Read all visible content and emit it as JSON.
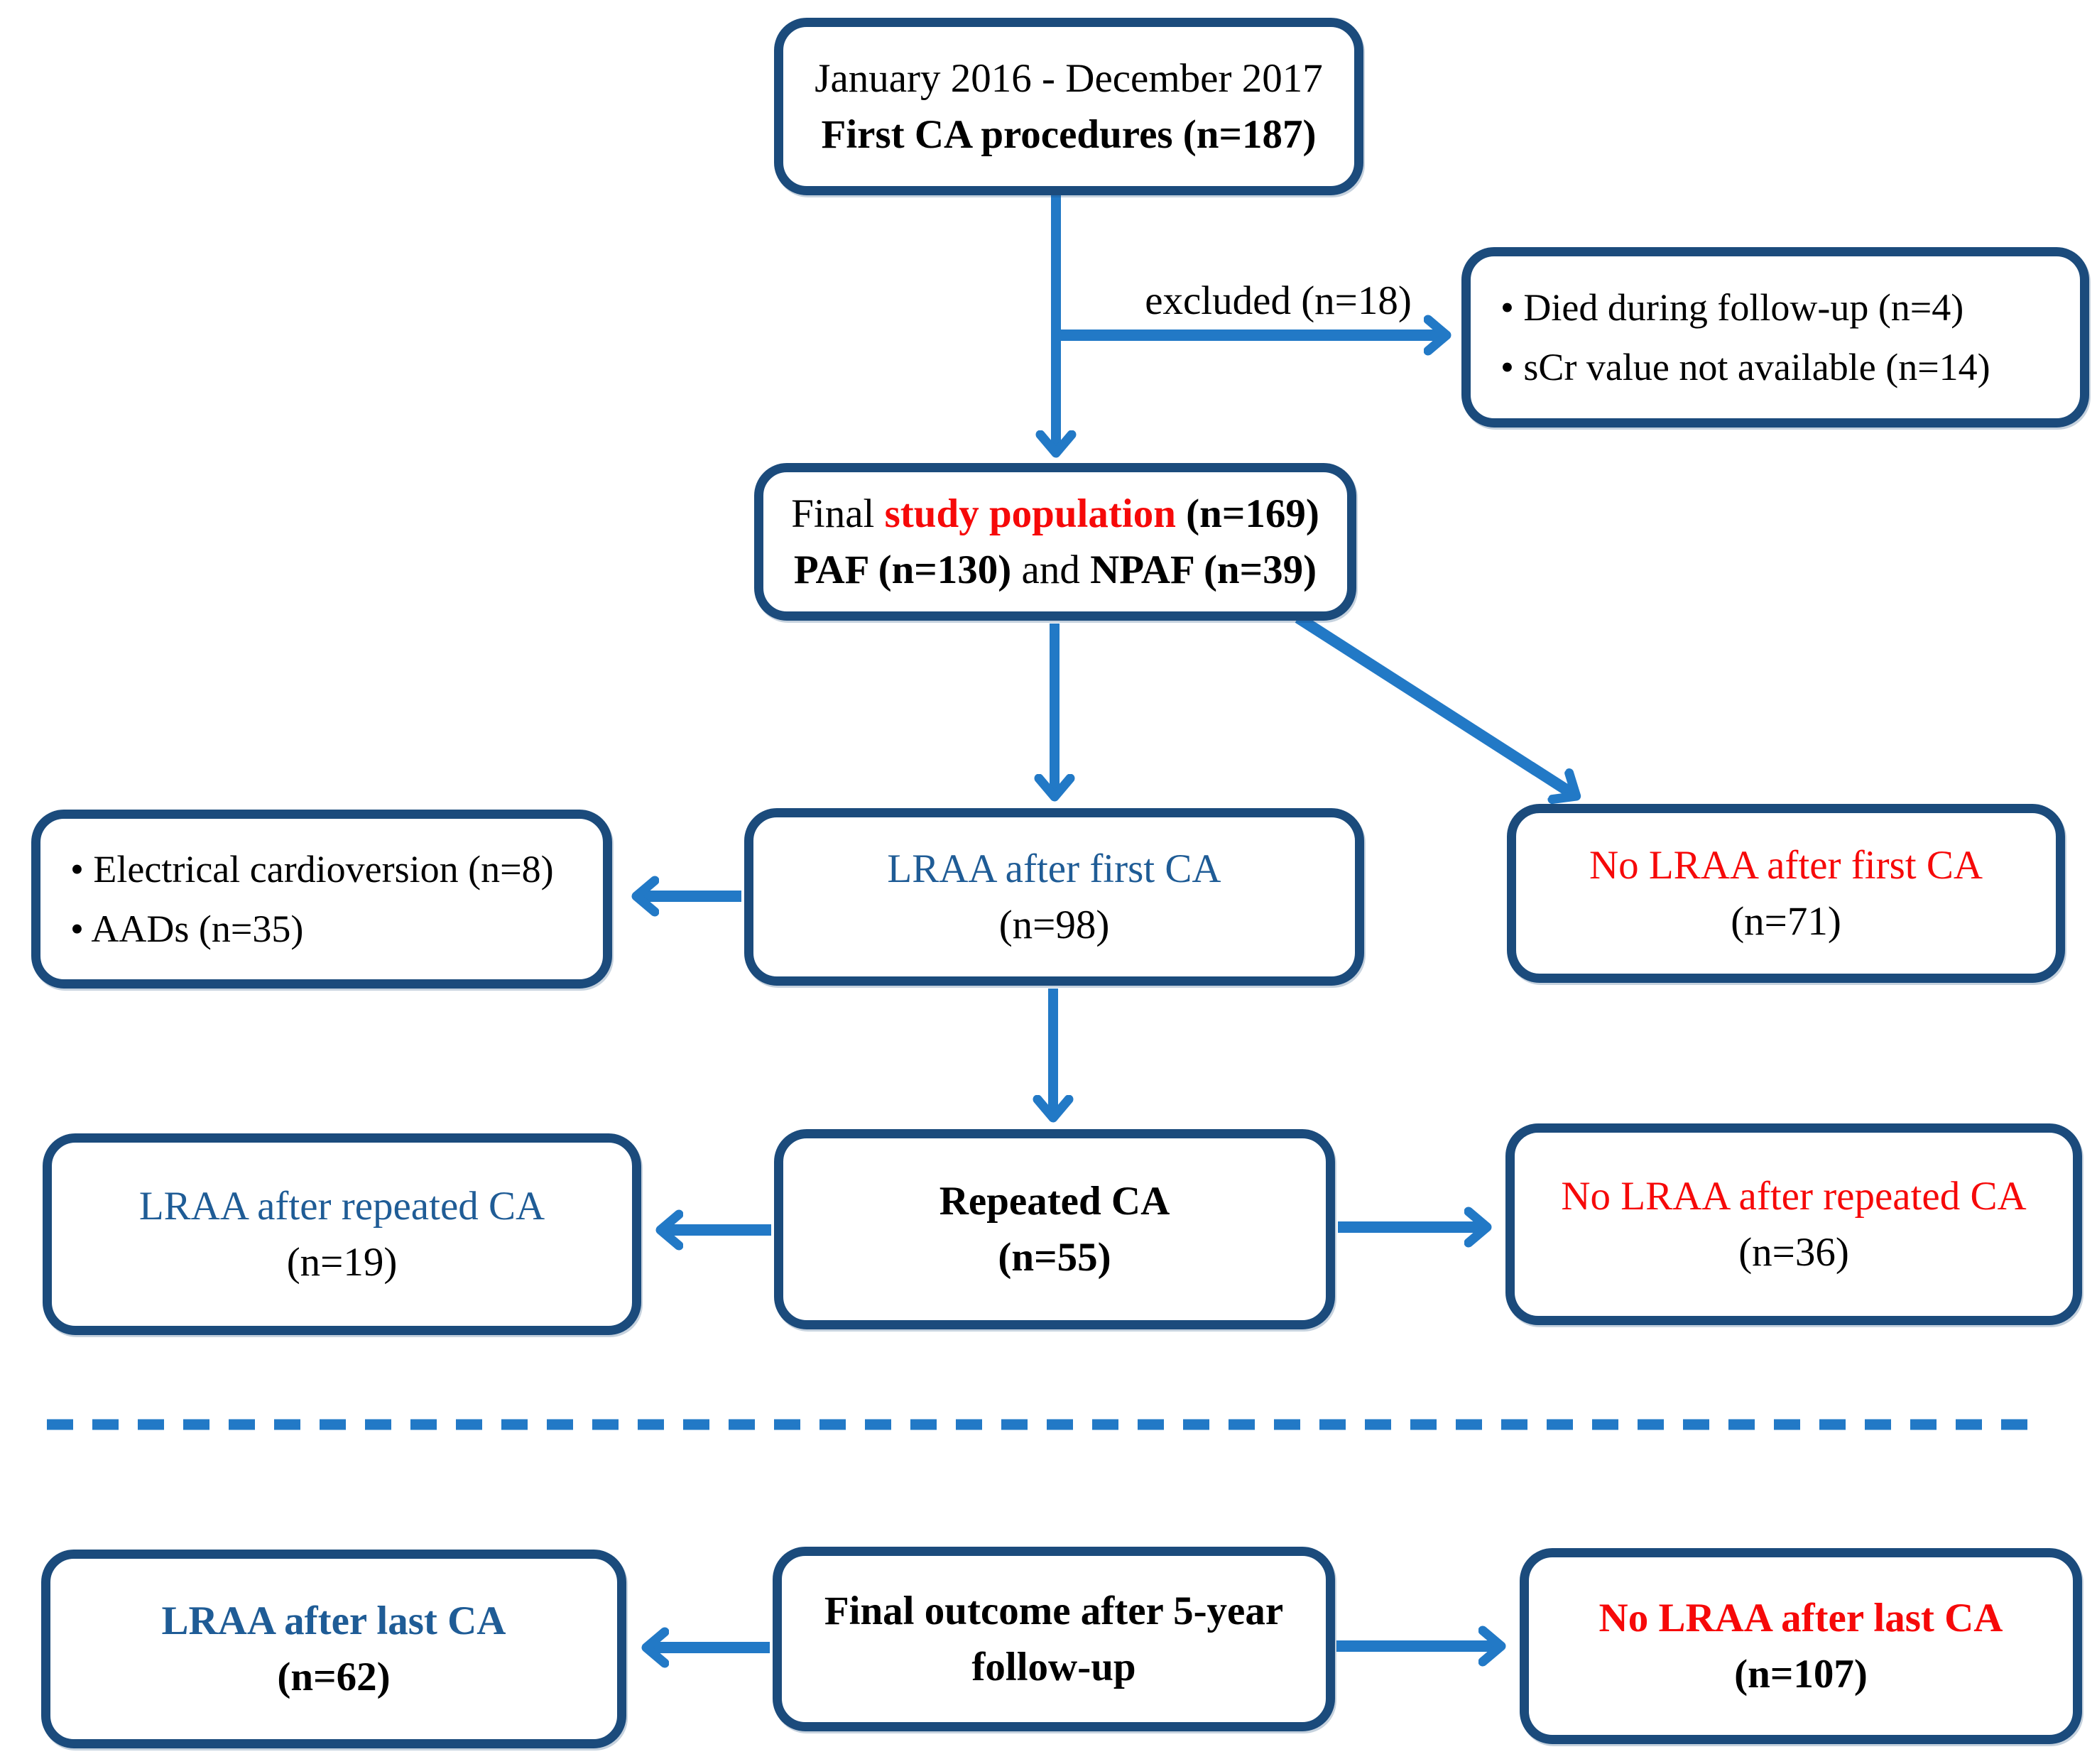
{
  "figure": {
    "type": "study-flowchart",
    "colors": {
      "box_border": "#1b4b7c",
      "arrow_blue": "#2279c6",
      "text_blue": "#1f5c96",
      "text_red": "#f60909",
      "text_black": "#000000"
    },
    "nodes": {
      "first_ca": {
        "line1": "January 2016 - December 2017",
        "line2": "First CA procedures (n=187)"
      },
      "excluded_label": "excluded (n=18)",
      "excluded_reasons": {
        "bullet1": "• Died during follow-up (n=4)",
        "bullet2": "• sCr value not available (n=14)"
      },
      "study_population": {
        "l1a": "Final ",
        "l1b": "study population ",
        "l1c": "(n=169)",
        "l2a": "PAF (n=130)",
        "l2b": " and ",
        "l2c": "NPAF (n=39)"
      },
      "lraa_first": {
        "line1": "LRAA after first CA",
        "line2": "(n=98)"
      },
      "rhythm_control": {
        "bullet1": "• Electrical cardioversion (n=8)",
        "bullet2": "• AADs (n=35)"
      },
      "no_lraa_first": {
        "line1": "No LRAA after first CA",
        "line2": "(n=71)"
      },
      "repeated_ca": {
        "line1": "Repeated CA",
        "line2": "(n=55)"
      },
      "lraa_repeated": {
        "line1": "LRAA after repeated CA",
        "line2": "(n=19)"
      },
      "no_lraa_repeated": {
        "line1": "No LRAA after repeated CA",
        "line2": "(n=36)"
      },
      "lraa_last": {
        "line1": "LRAA after last CA",
        "line2": "(n=62)"
      },
      "final_outcome": {
        "line1": "Final outcome after 5-year",
        "line2": "follow-up"
      },
      "no_lraa_last": {
        "line1": "No LRAA after last CA",
        "line2": "(n=107)"
      }
    }
  }
}
